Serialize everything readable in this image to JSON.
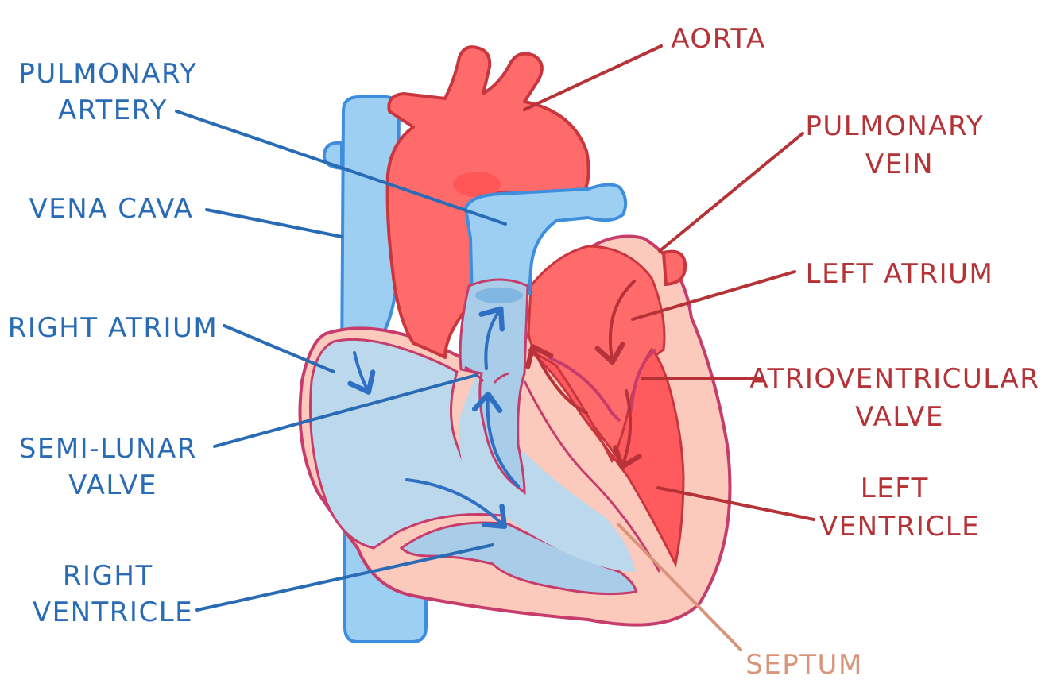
{
  "colors": {
    "blue_label": "#2a6bb5",
    "red_label": "#b53236",
    "septum_label": "#d9957a",
    "deoxygenated_fill": "#9ccff2",
    "deoxygenated_outline": "#3f8ede",
    "chamber_blue": "#bcd8ec",
    "oxygenated_fill": "#ff6b6b",
    "oxygenated_outline": "#c9363e",
    "wall_pink": "#fcc9bd",
    "wall_outline": "#c63c6a",
    "background": "#ffffff"
  },
  "labels": {
    "pulmonary_artery": [
      "PULMONARY",
      "ARTERY"
    ],
    "vena_cava": [
      "VENA CAVA"
    ],
    "right_atrium": [
      "RIGHT ATRIUM"
    ],
    "semi_lunar_valve": [
      "SEMI-LUNAR",
      "VALVE"
    ],
    "right_ventricle": [
      "RIGHT",
      "VENTRICLE"
    ],
    "aorta": [
      "AORTA"
    ],
    "pulmonary_vein": [
      "PULMONARY",
      "VEIN"
    ],
    "left_atrium": [
      "LEFT ATRIUM"
    ],
    "atrioventricular_valve": [
      "ATRIOVENTRICULAR",
      "VALVE"
    ],
    "left_ventricle": [
      "LEFT",
      "VENTRICLE"
    ],
    "septum": [
      "SEPTUM"
    ]
  }
}
